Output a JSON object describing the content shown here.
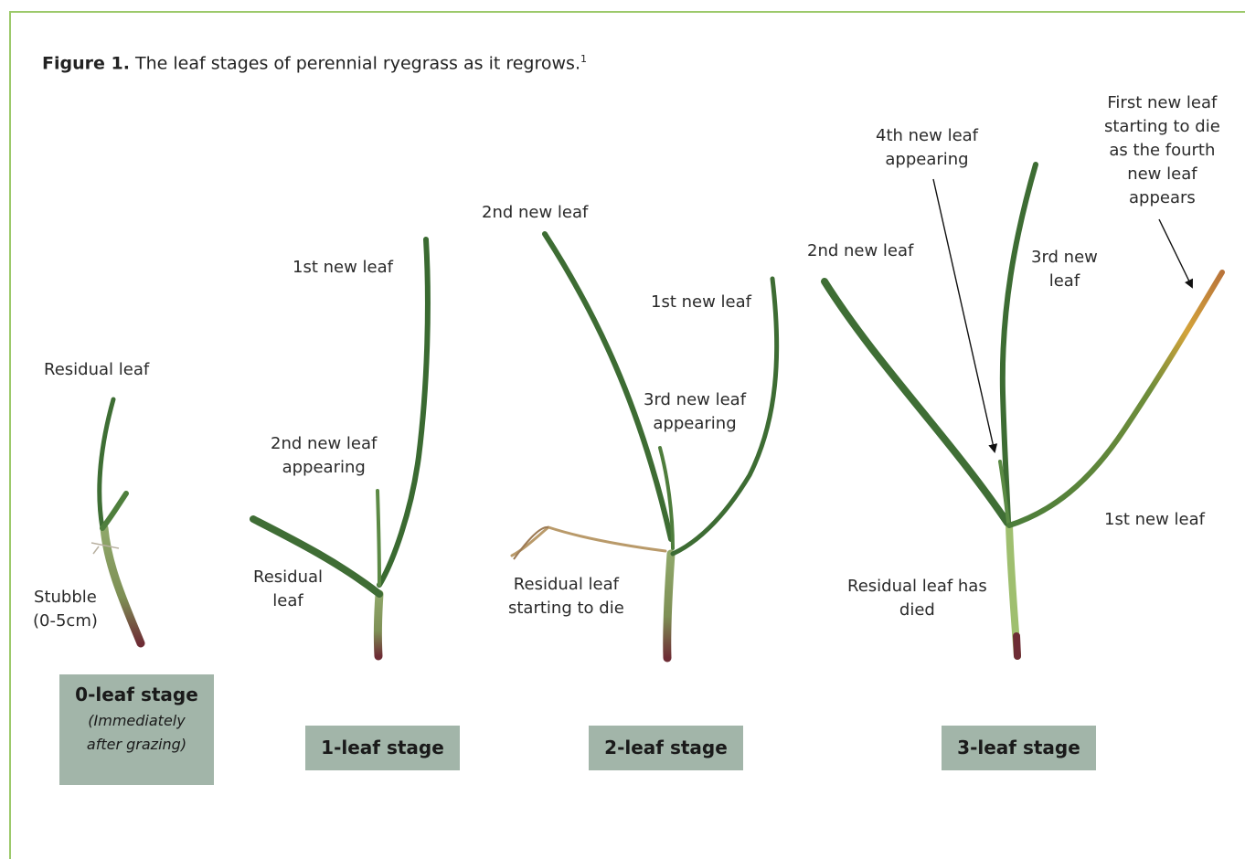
{
  "caption": {
    "prefix": "Figure 1.",
    "text": "The leaf stages of perennial ryegrass as it regrows.",
    "footnote": "1"
  },
  "stages": [
    {
      "title": "0-leaf stage",
      "subtitle_1": "(Immediately",
      "subtitle_2": "after grazing)"
    },
    {
      "title": "1-leaf stage"
    },
    {
      "title": "2-leaf stage"
    },
    {
      "title": "3-leaf stage"
    }
  ],
  "labels": {
    "s0_residual": "Residual leaf",
    "s0_stubble_1": "Stubble",
    "s0_stubble_2": "(0-5cm)",
    "s1_first": "1st new leaf",
    "s1_second_1": "2nd new leaf",
    "s1_second_2": "appearing",
    "s1_residual_1": "Residual",
    "s1_residual_2": "leaf",
    "s2_second": "2nd new leaf",
    "s2_first": "1st new leaf",
    "s2_third_1": "3rd new leaf",
    "s2_third_2": "appearing",
    "s2_residual_1": "Residual leaf",
    "s2_residual_2": "starting to die",
    "s3_fourth_1": "4th new leaf",
    "s3_fourth_2": "appearing",
    "s3_second": "2nd new leaf",
    "s3_third_1": "3rd new",
    "s3_third_2": "leaf",
    "s3_firstdie_1": "First new leaf",
    "s3_firstdie_2": "starting to die",
    "s3_firstdie_3": "as the fourth",
    "s3_firstdie_4": "new leaf",
    "s3_firstdie_5": "appears",
    "s3_first": "1st new leaf",
    "s3_residual_1": "Residual leaf has",
    "s3_residual_2": "died"
  },
  "colors": {
    "border": "#9cc96b",
    "leaf": "#3e6e34",
    "stem": "#8fa86a",
    "stubble_base": "#6e2d35",
    "dying_leaf": "#b99a6a",
    "stage_box": "#a2b5a9"
  }
}
